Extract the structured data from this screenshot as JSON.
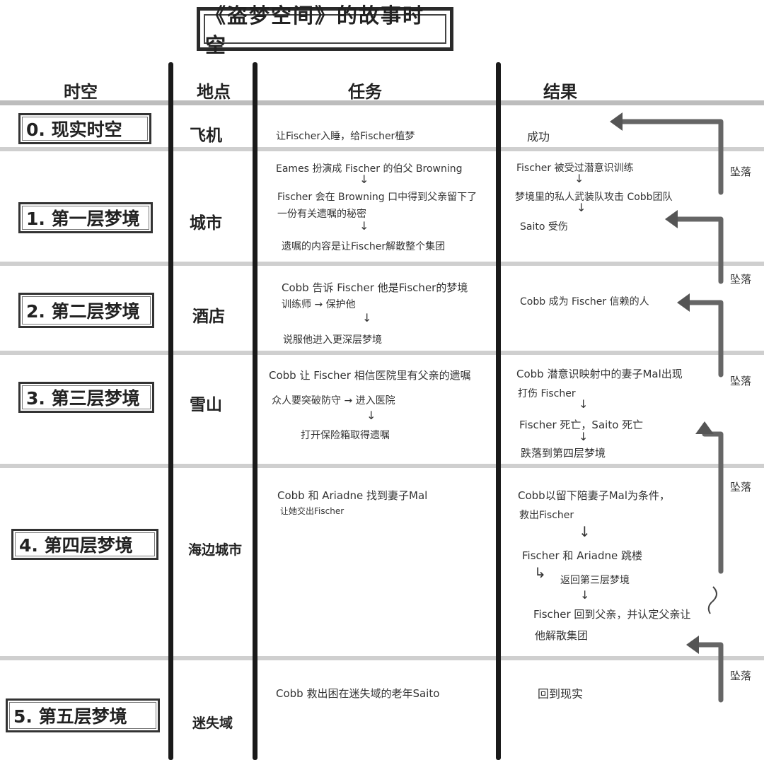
{
  "title": "《盗梦空间》的故事时空",
  "headers": {
    "time": "时空",
    "place": "地点",
    "task": "任务",
    "result": "结果"
  },
  "rows": [
    {
      "layer": "0. 现实时空",
      "place": "飞机",
      "tasks": [
        "让Fischer入睡，给Fischer植梦"
      ],
      "results": [
        "成功"
      ]
    },
    {
      "layer": "1. 第一层梦境",
      "place": "城市",
      "tasks": [
        "Eames 扮演成 Fischer 的伯父 Browning",
        "Fischer 会在 Browning 口中得到父亲留下了",
        "一份有关遗嘱的秘密",
        "遗嘱的内容是让Fischer解散整个集团"
      ],
      "results": [
        "Fischer 被受过潜意识训练",
        "梦境里的私人武装队攻击 Cobb团队",
        "Saito 受伤"
      ]
    },
    {
      "layer": "2. 第二层梦境",
      "place": "酒店",
      "tasks": [
        "Cobb 告诉 Fischer 他是Fischer的梦境",
        "训练师 → 保护他",
        "说服他进入更深层梦境"
      ],
      "results": [
        "Cobb 成为 Fischer 信赖的人"
      ]
    },
    {
      "layer": "3. 第三层梦境",
      "place": "雪山",
      "tasks": [
        "Cobb 让 Fischer 相信医院里有父亲的遗嘱",
        "众人要突破防守 → 进入医院",
        "打开保险箱取得遗嘱"
      ],
      "results": [
        "Cobb 潜意识映射中的妻子Mal出现",
        "打伤 Fischer",
        "Fischer 死亡，Saito 死亡",
        "跌落到第四层梦境"
      ]
    },
    {
      "layer": "4. 第四层梦境",
      "place": "海边城市",
      "tasks": [
        "Cobb 和 Ariadne 找到妻子Mal",
        "让她交出Fischer"
      ],
      "results": [
        "Cobb以留下陪妻子Mal为条件，",
        "救出Fischer",
        "Fischer 和 Ariadne 跳楼",
        "返回第三层梦境",
        "Fischer 回到父亲，并认定父亲让",
        "他解散集团"
      ]
    },
    {
      "layer": "5. 第五层梦境",
      "place": "迷失域",
      "tasks": [
        "Cobb 救出困在迷失域的老年Saito"
      ],
      "results": [
        "回到现实"
      ]
    }
  ],
  "fall_label": "坠落"
}
